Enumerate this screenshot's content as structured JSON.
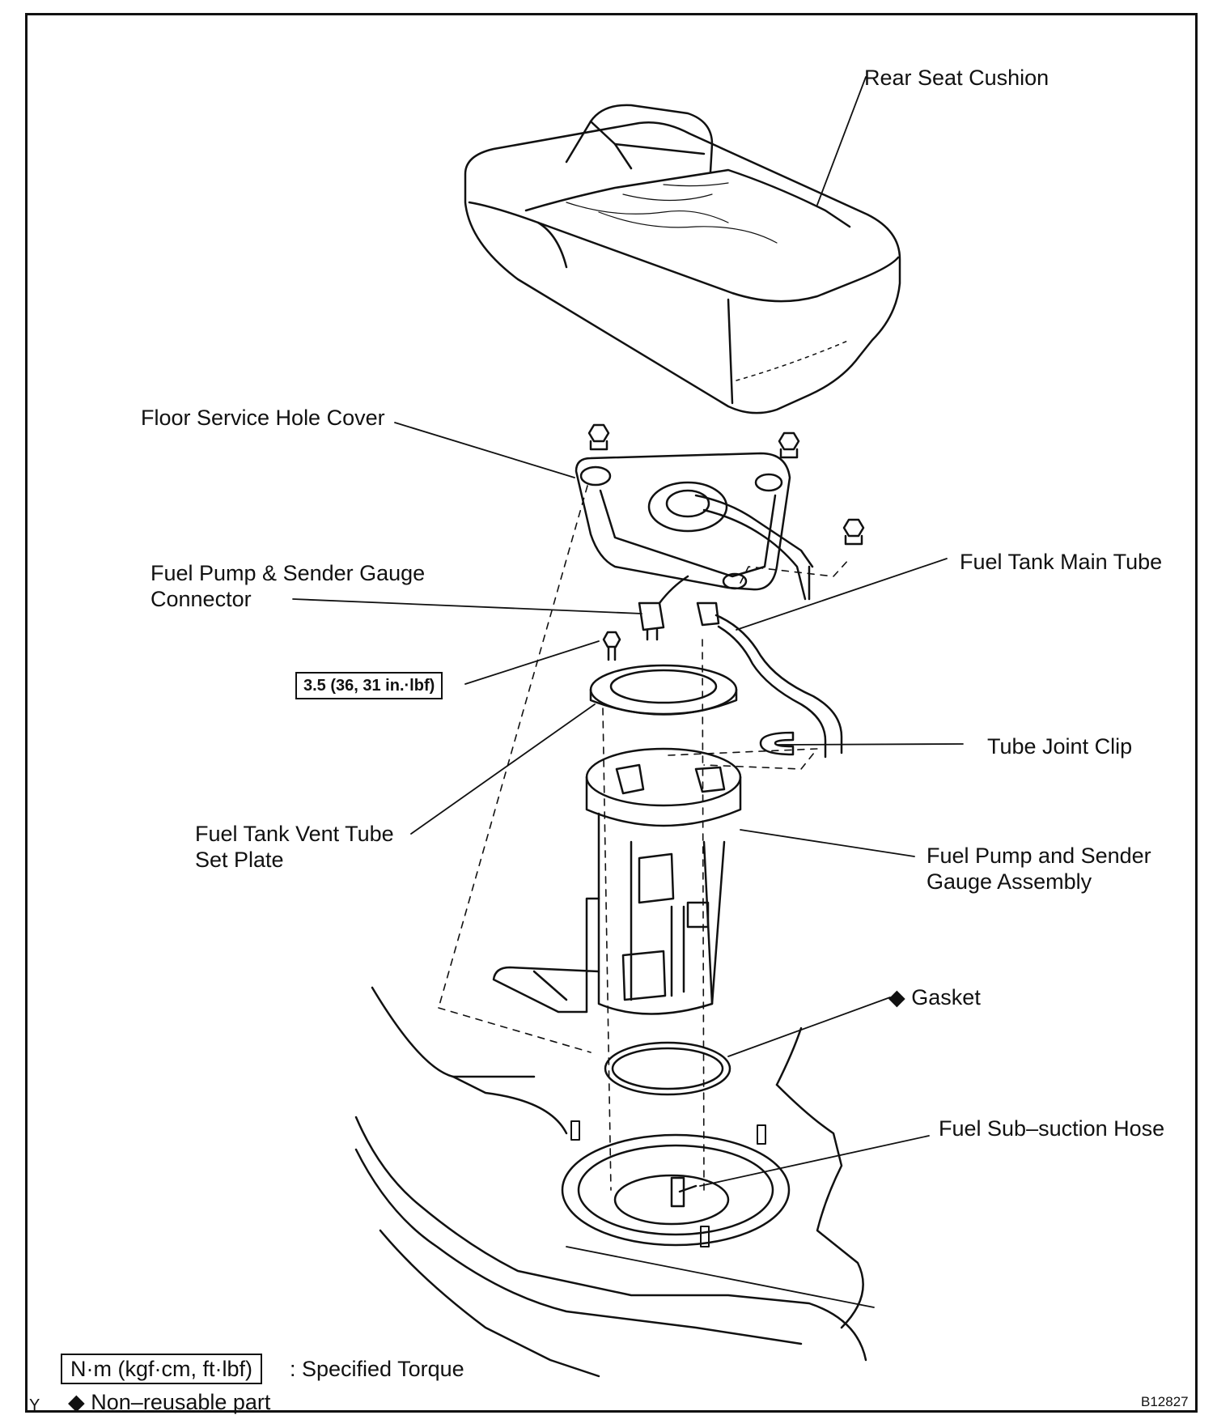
{
  "labels": {
    "rear_seat_cushion": "Rear Seat Cushion",
    "floor_service_hole_cover": "Floor Service Hole Cover",
    "fuel_pump_connector_line1": "Fuel Pump & Sender Gauge",
    "fuel_pump_connector_line2": "Connector",
    "fuel_tank_main_tube": "Fuel Tank Main Tube",
    "torque_value": "3.5 (36, 31 in.·lbf)",
    "tube_joint_clip": "Tube Joint Clip",
    "vent_tube_plate_line1": "Fuel Tank Vent Tube",
    "vent_tube_plate_line2": "Set Plate",
    "pump_assembly_line1": "Fuel Pump and Sender",
    "pump_assembly_line2": "Gauge Assembly",
    "gasket": "Gasket",
    "gasket_marker": "◆",
    "fuel_sub_suction_hose": "Fuel Sub–suction Hose"
  },
  "legend": {
    "torque_unit": "N·m (kgf·cm, ft·lbf)",
    "torque_desc": ": Specified Torque",
    "nonreusable_marker": "◆",
    "nonreusable_desc": "Non–reusable part"
  },
  "corner": {
    "left_code": "Y",
    "figure_id": "B12827"
  }
}
